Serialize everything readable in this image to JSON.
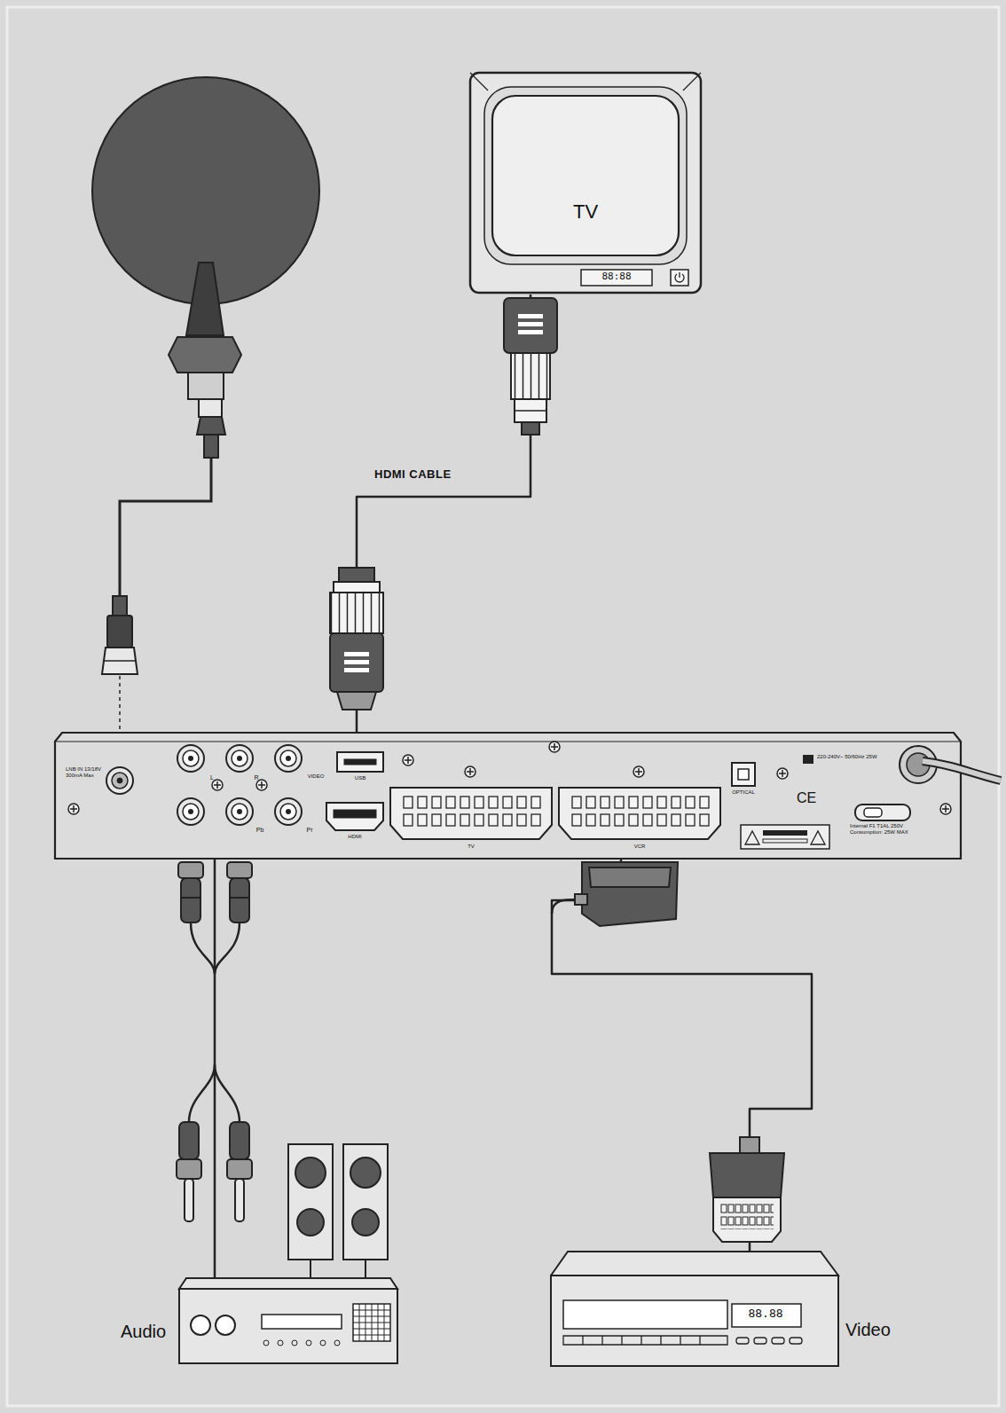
{
  "diagram": {
    "nodes": [
      {
        "text": [
          "TV",
          "88:88"
        ]
      },
      {
        "text": [
          "LNB IN 13/18V 300mA Max",
          "L",
          "R",
          "VIDEO",
          "Pb",
          "Pr",
          "USB",
          "HDMI",
          "TV",
          "VCR",
          "OPTICAL",
          "220-240V~ 50/60Hz 25W",
          "CE",
          "Internal F1 T1AL 250V Consumption: 25W MAX"
        ]
      },
      {
        "text": [
          "Audio"
        ]
      },
      {
        "text": [
          "Video",
          "88.88"
        ]
      }
    ],
    "edges": [
      {
        "from": 1,
        "to": 0,
        "label": "HDMI CABLE",
        "arrow": "none"
      },
      {
        "from": 1,
        "to": 2,
        "arrow": "none"
      },
      {
        "from": 1,
        "to": 3,
        "arrow": "none"
      }
    ]
  }
}
